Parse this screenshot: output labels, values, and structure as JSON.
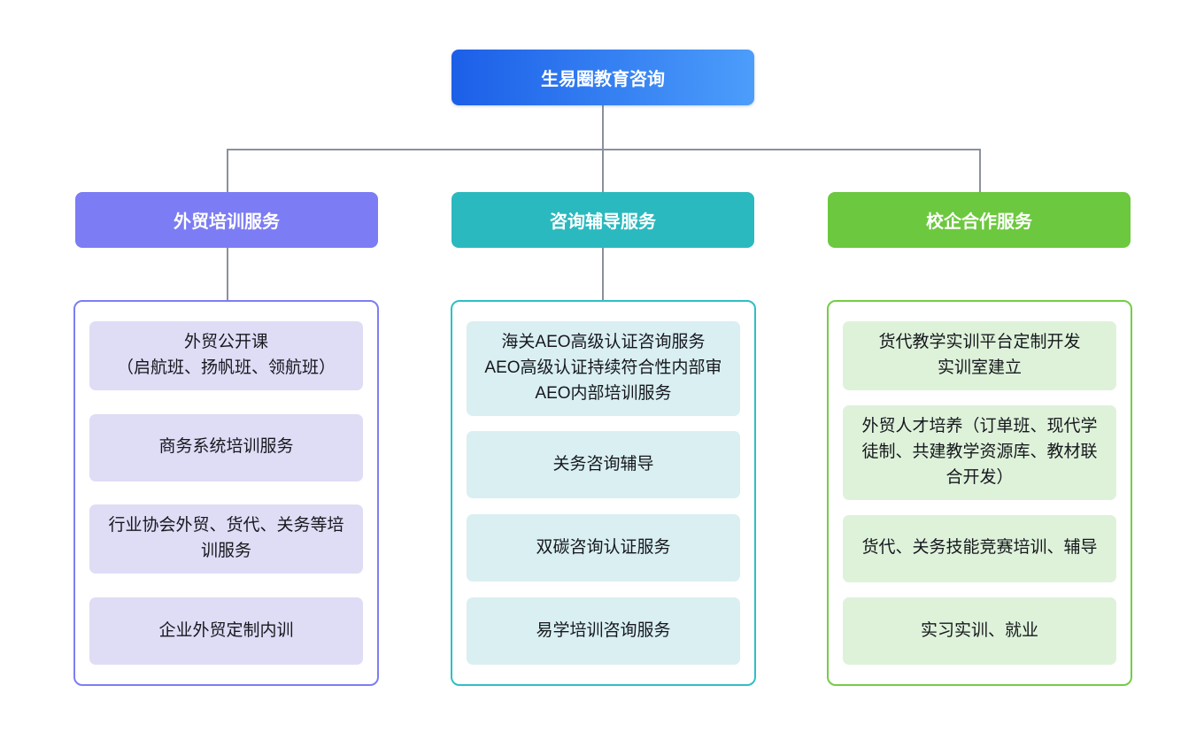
{
  "root": {
    "label": "生易圈教育咨询"
  },
  "branches": [
    {
      "label": "外贸培训服务",
      "items": [
        "外贸公开课\n（启航班、扬帆班、领航班）",
        "商务系统培训服务",
        "行业协会外贸、货代、关务等培训服务",
        "企业外贸定制内训"
      ]
    },
    {
      "label": "咨询辅导服务",
      "items": [
        "海关AEO高级认证咨询服务\nAEO高级认证持续符合性内部审\nAEO内部培训服务",
        "关务咨询辅导",
        "双碳咨询认证服务",
        "易学培训咨询服务"
      ]
    },
    {
      "label": "校企合作服务",
      "items": [
        "货代教学实训平台定制开发\n实训室建立",
        "外贸人才培养（订单班、现代学徒制、共建教学资源库、教材联合开发）",
        "货代、关务技能竞赛培训、辅导",
        "实习实训、就业"
      ]
    }
  ],
  "colors": {
    "root_gradient_start": "#1b5fe8",
    "root_gradient_end": "#4c9dfb",
    "branch_purple": "#7c7cf4",
    "branch_teal": "#2ab9be",
    "branch_green": "#6cc83e",
    "item_bg_purple": "#dfdcf6",
    "item_bg_teal": "#d9eff2",
    "item_bg_green": "#def2da",
    "connector_gray": "#8b919c",
    "item_text": "#16181d"
  }
}
